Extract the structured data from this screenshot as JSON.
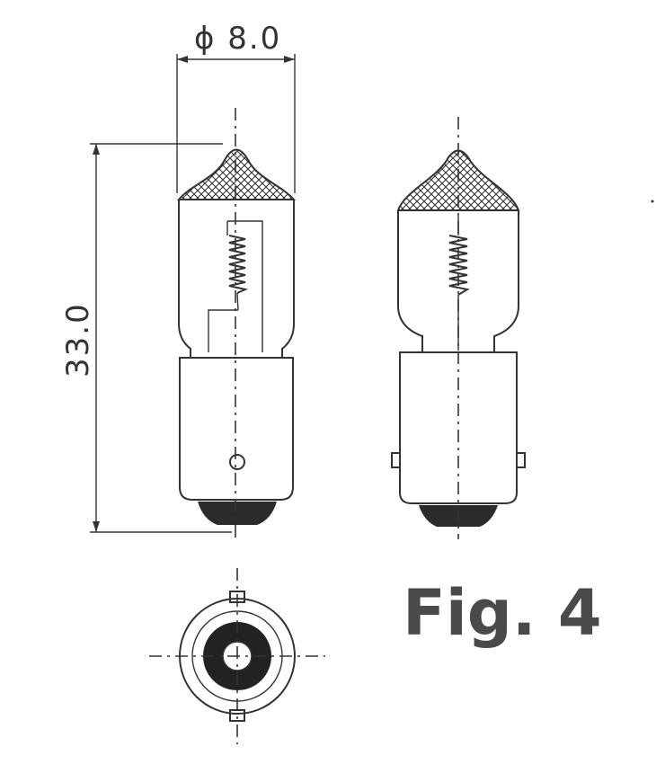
{
  "dimensions": {
    "diameter_label": "ϕ 8.0",
    "length_label": "33.0"
  },
  "figure": {
    "label": "Fig. 4"
  },
  "colors": {
    "line": "#333333",
    "base_cap": "#2b2b2b",
    "ring": "#222222",
    "label": "#4a4a4a"
  }
}
